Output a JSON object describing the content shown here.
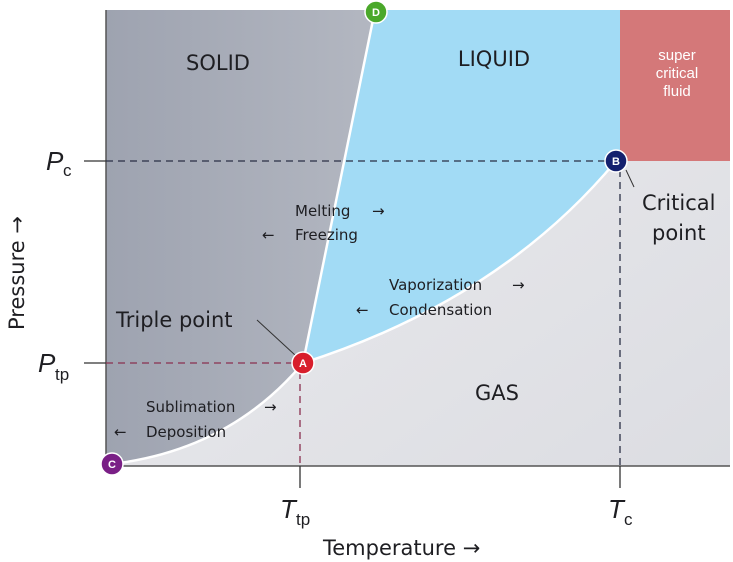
{
  "regions": {
    "solid": "SOLID",
    "liquid": "LIQUID",
    "gas": "GAS",
    "supercritical": [
      "super",
      "critical",
      "fluid"
    ]
  },
  "axes": {
    "x_label": "Temperature →",
    "y_label": "Pressure →",
    "x_ticks": [
      {
        "main": "T",
        "sub": "tp"
      },
      {
        "main": "T",
        "sub": "c"
      }
    ],
    "y_ticks": [
      {
        "main": "P",
        "sub": "c"
      },
      {
        "main": "P",
        "sub": "tp"
      }
    ]
  },
  "points": {
    "A": "A",
    "B": "B",
    "C": "C",
    "D": "D"
  },
  "annotations": {
    "triple_point": "Triple point",
    "critical_point": [
      "Critical",
      "point"
    ],
    "melting": "Melting",
    "freezing": "Freezing",
    "vaporization": "Vaporization",
    "condensation": "Condensation",
    "sublimation": "Sublimation",
    "deposition": "Deposition",
    "arrow_right": "→",
    "arrow_left": "←"
  },
  "colors": {
    "solid": "#a9aeba",
    "liquid": "#a2dbf5",
    "gas": "#e4e5e9",
    "supercritical": "#d47879",
    "point_A": "#d81e2c",
    "point_B": "#14206e",
    "point_C": "#7a1f86",
    "point_D": "#4aa82a"
  }
}
